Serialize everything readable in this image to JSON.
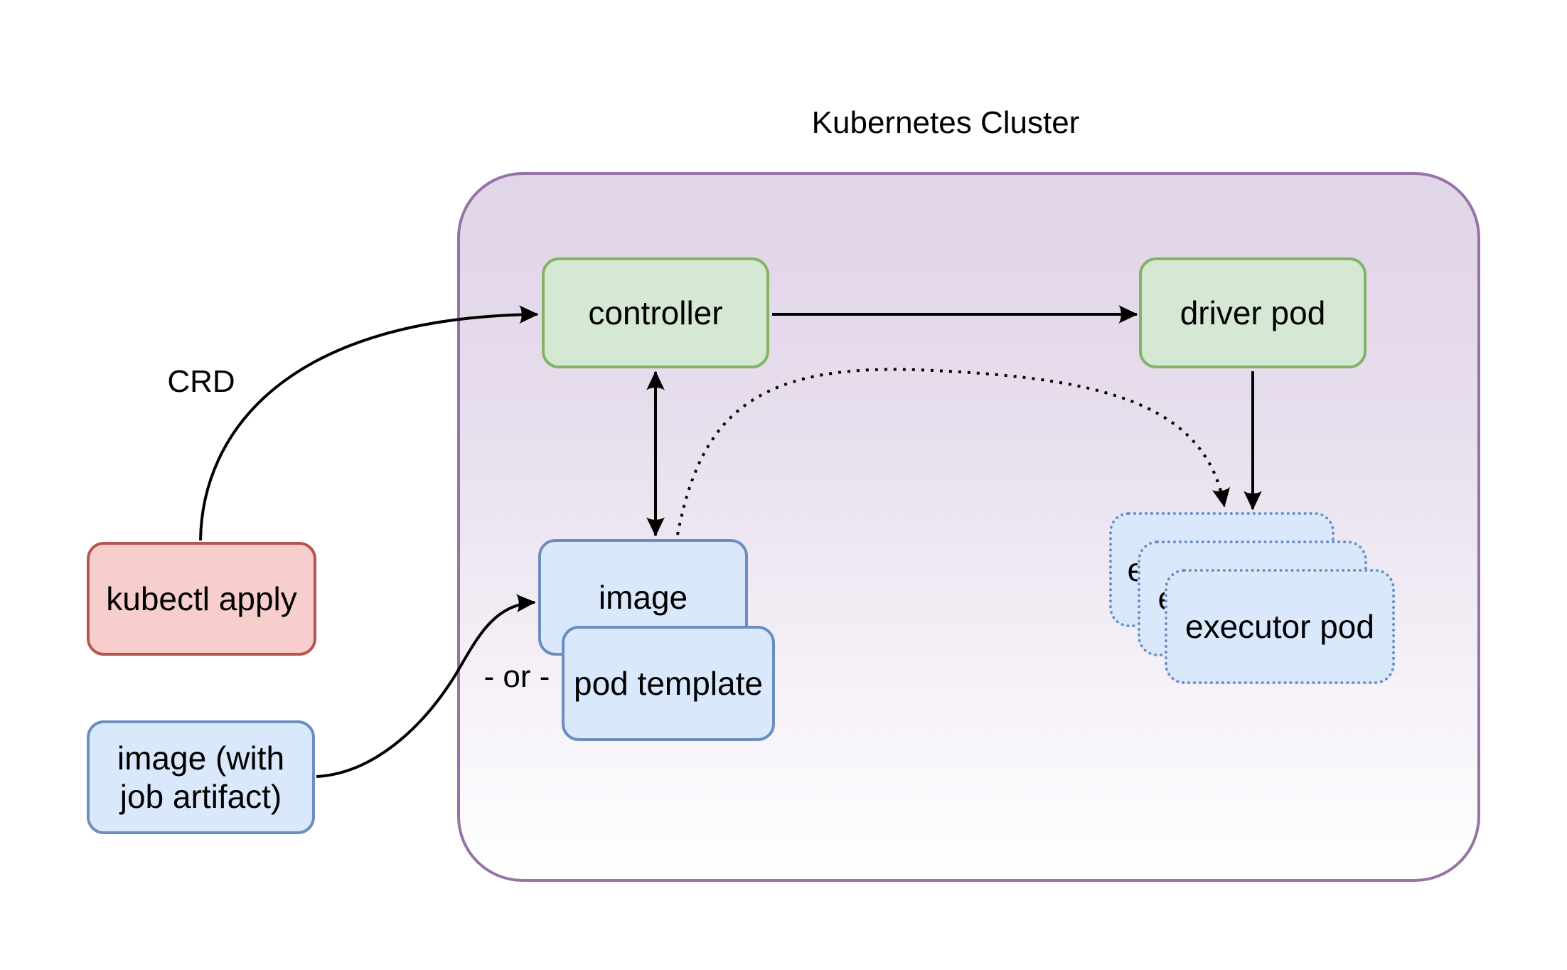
{
  "title": "Kubernetes Cluster",
  "nodes": {
    "kubectl_apply": {
      "label": "kubectl apply"
    },
    "image_with_artifact": {
      "lines": [
        "image (with",
        "job artifact)"
      ]
    },
    "controller": {
      "label": "controller"
    },
    "driver_pod": {
      "label": "driver pod"
    },
    "image": {
      "label": "image"
    },
    "pod_template": {
      "label": "pod template"
    },
    "executor_pod": {
      "label": "executor pod"
    }
  },
  "edge_labels": {
    "crd": "CRD",
    "or": "- or -"
  },
  "executor_stack": {
    "count": 3,
    "label": "executor pod"
  },
  "edges": [
    {
      "from": "kubectl apply",
      "to": "controller",
      "label": "CRD",
      "style": "solid-curve-arrow"
    },
    {
      "from": "controller",
      "to": "driver pod",
      "style": "solid-arrow"
    },
    {
      "from": "controller",
      "to": "image",
      "style": "solid-double-arrow"
    },
    {
      "from": "driver pod",
      "to": "executor pods",
      "style": "solid-arrow"
    },
    {
      "from": "image",
      "to": "executor pods",
      "style": "dotted-curve-arrow"
    },
    {
      "from": "image (with job artifact)",
      "to": "image",
      "label": "- or -",
      "style": "solid-curve-arrow"
    }
  ],
  "colors": {
    "cluster_border": "#9673a6",
    "cluster_fill_top": "#e1d5e7",
    "cluster_fill_bottom": "#ffffff",
    "green_fill": "#d5e8d4",
    "green_border": "#82b366",
    "blue_fill": "#dae8fc",
    "blue_border": "#6c8ebf",
    "red_fill": "#f8cecc",
    "red_border": "#b85450",
    "edge_color": "#000000",
    "text_color": "#000000"
  }
}
